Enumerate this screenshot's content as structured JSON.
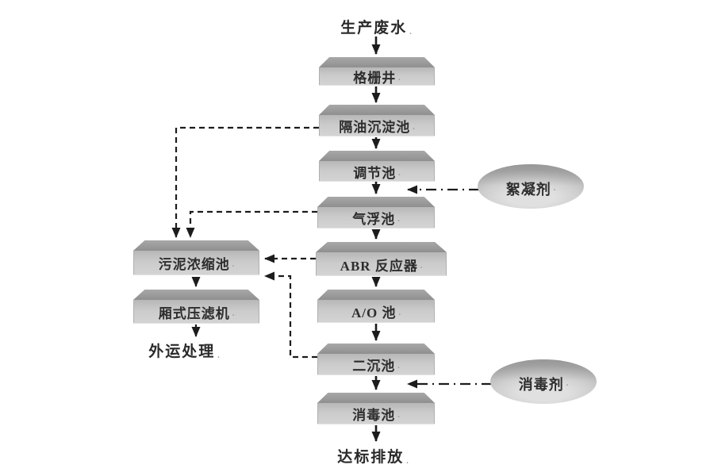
{
  "diagram": {
    "mark": ".",
    "source": {
      "label": "生产废水"
    },
    "main_flow": [
      {
        "id": "grating-well",
        "label": "格栅井"
      },
      {
        "id": "oil-separation-settling-tank",
        "label": "隔油沉淀池"
      },
      {
        "id": "regulating-tank",
        "label": "调节池"
      },
      {
        "id": "air-flotation-tank",
        "label": "气浮池"
      },
      {
        "id": "abr-reactor",
        "label": "ABR 反应器"
      },
      {
        "id": "ao-tank",
        "label": "A/O 池"
      },
      {
        "id": "secondary-settling-tank",
        "label": "二沉池"
      },
      {
        "id": "disinfection-tank",
        "label": "消毒池"
      }
    ],
    "outfall": {
      "label": "达标排放"
    },
    "sludge_flow": [
      {
        "id": "sludge-thickening-tank",
        "label": "污泥浓缩池"
      },
      {
        "id": "chamber-filter-press",
        "label": "厢式压滤机"
      }
    ],
    "sludge_out": {
      "label": "外运处理"
    },
    "dosing": [
      {
        "id": "flocculant",
        "label": "絮凝剂"
      },
      {
        "id": "disinfectant",
        "label": "消毒剂"
      }
    ]
  },
  "colors": {
    "background": "#ffffff",
    "box_top": "#979797",
    "box_front": "#cbcbcb",
    "ellipse_fill": "#cfcfcf",
    "line": "#1c1c1c",
    "text": "#2d2d2d"
  }
}
